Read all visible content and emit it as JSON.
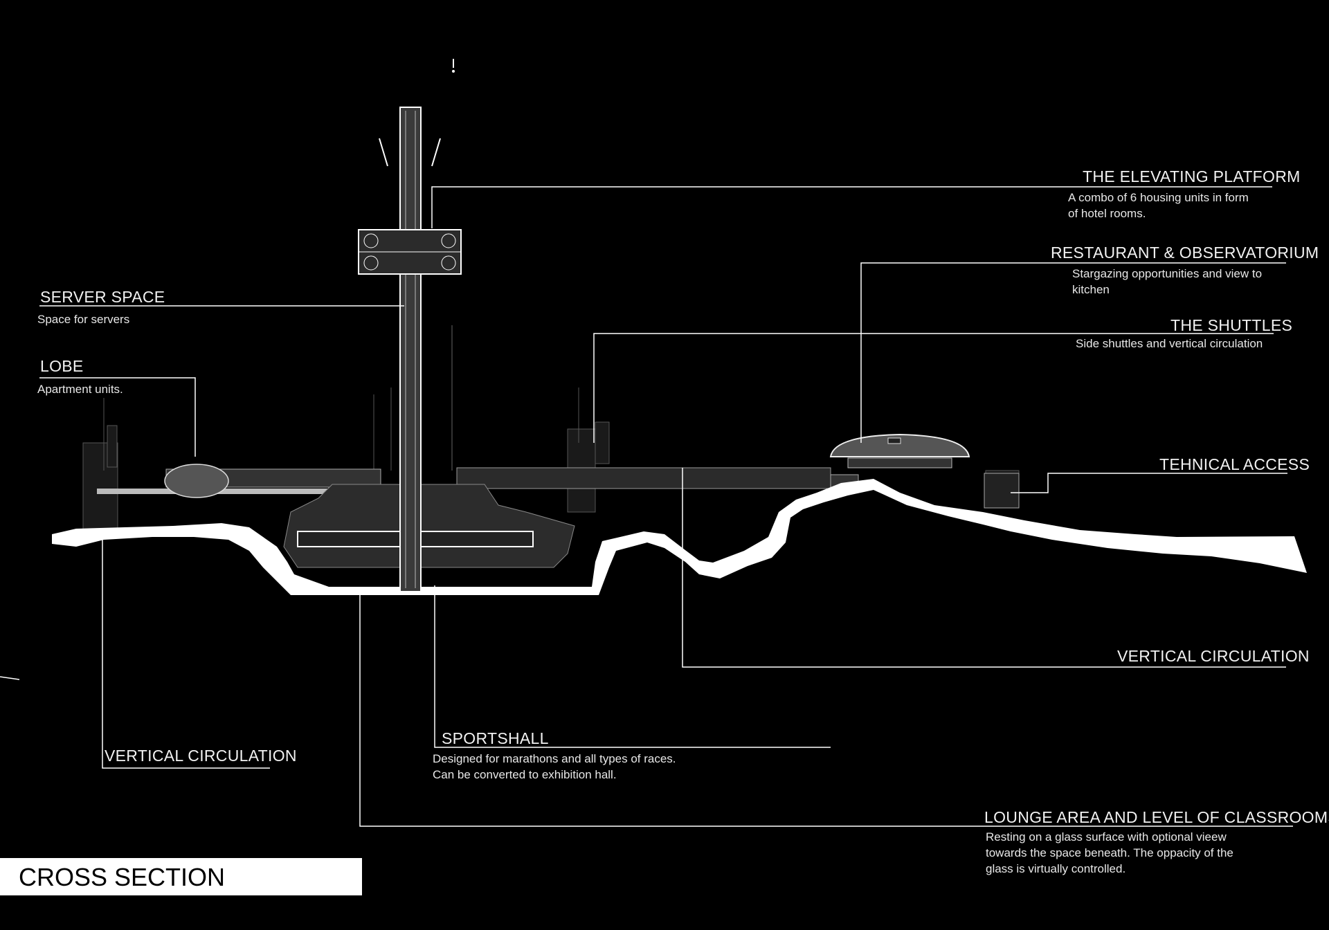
{
  "colors": {
    "background": "#000000",
    "lines": "#ffffff",
    "ground": "#ffffff",
    "structure": "#2a2a2a"
  },
  "labels": {
    "elevating_platform": {
      "title": "THE ELEVATING PLATFORM",
      "desc": [
        "A combo of 6 housing units in form",
        "of hotel rooms."
      ]
    },
    "restaurant": {
      "title": "RESTAURANT &  OBSERVATORIUM",
      "desc": [
        "Stargazing opportunities and view to",
        "kitchen"
      ]
    },
    "shuttles": {
      "title": "THE SHUTTLES",
      "desc": [
        "Side shuttles and vertical circulation"
      ]
    },
    "server_space": {
      "title": "SERVER SPACE",
      "desc": [
        "Space for servers"
      ]
    },
    "lobe": {
      "title": "LOBE",
      "desc": [
        "Apartment units."
      ]
    },
    "technical_access": {
      "title": "TEHNICAL ACCESS"
    },
    "vertical_circulation_right": {
      "title": "VERTICAL CIRCULATION"
    },
    "vertical_circulation_left": {
      "title": "VERTICAL CIRCULATION"
    },
    "sportshall": {
      "title": "SPORTSHALL",
      "desc": [
        "Designed for marathons and all types of races.",
        "Can be converted to exhibition hall."
      ]
    },
    "lounge": {
      "title": "LOUNGE AREA AND LEVEL OF CLASSROOMS",
      "desc": [
        "Resting on a glass surface with optional vieew",
        "towards the space beneath. The oppacity of the",
        "glass is virtually controlled."
      ]
    }
  },
  "section_title": "CROSS SECTION"
}
